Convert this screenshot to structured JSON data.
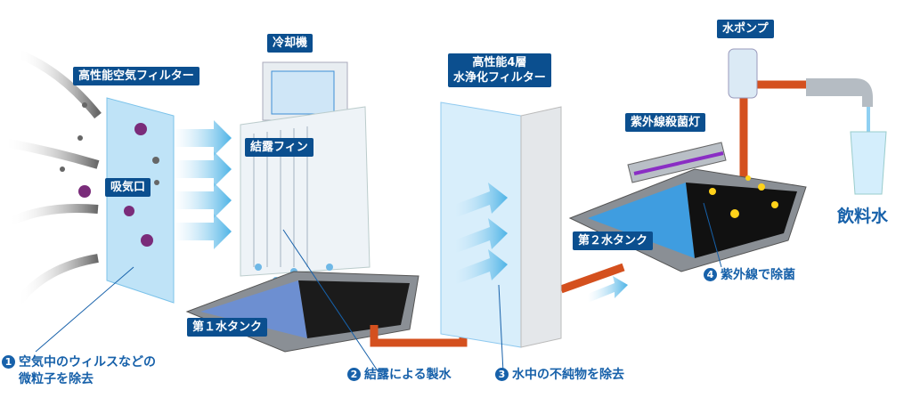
{
  "labels": {
    "air_filter": "高性能空気フィルター",
    "cooler": "冷却機",
    "water_filter_line1": "高性能4層",
    "water_filter_line2": "水浄化フィルター",
    "pump": "水ポンプ",
    "uv_lamp": "紫外線殺菌灯",
    "fin": "結露フィン",
    "intake": "吸気口",
    "tank1": "第１水タンク",
    "tank2": "第２水タンク",
    "drinking_water": "飲料水"
  },
  "steps": [
    {
      "num": "1",
      "line1": "空気中のウィルスなどの",
      "line2": "微粒子を除去"
    },
    {
      "num": "2",
      "line1": "結露による製水"
    },
    {
      "num": "3",
      "line1": "水中の不純物を除去"
    },
    {
      "num": "4",
      "line1": "紫外線で除菌"
    }
  ],
  "colors": {
    "label_bg": "#0b4f8f",
    "callout": "#1761aa",
    "pipe": "#d4501e"
  }
}
